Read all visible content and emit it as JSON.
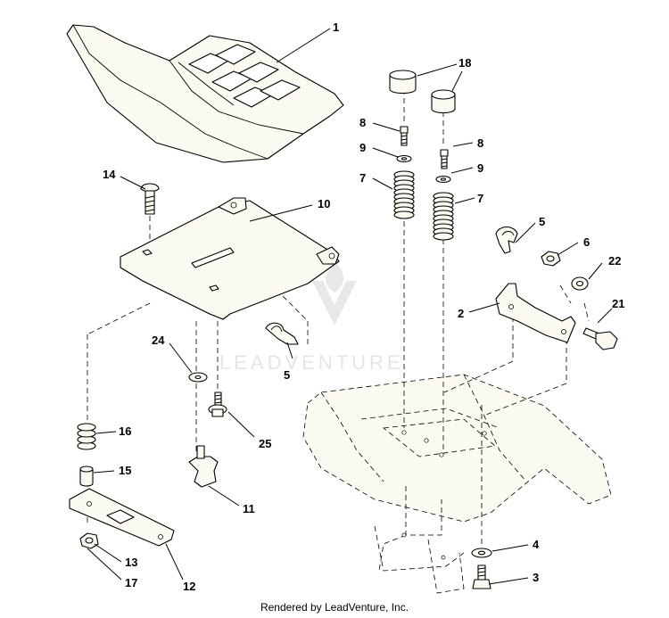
{
  "labels": {
    "p1": "1",
    "p18": "18",
    "p8a": "8",
    "p8b": "8",
    "p9a": "9",
    "p9b": "9",
    "p7a": "7",
    "p7b": "7",
    "p14": "14",
    "p10": "10",
    "p5a": "5",
    "p5b": "5",
    "p6": "6",
    "p22": "22",
    "p2": "2",
    "p21": "21",
    "p24": "24",
    "p25": "25",
    "p16": "16",
    "p15": "15",
    "p11": "11",
    "p13": "13",
    "p12": "12",
    "p17": "17",
    "p4": "4",
    "p3": "3"
  },
  "watermark": "LEADVENTURE",
  "footer": "Rendered by LeadVenture, Inc."
}
